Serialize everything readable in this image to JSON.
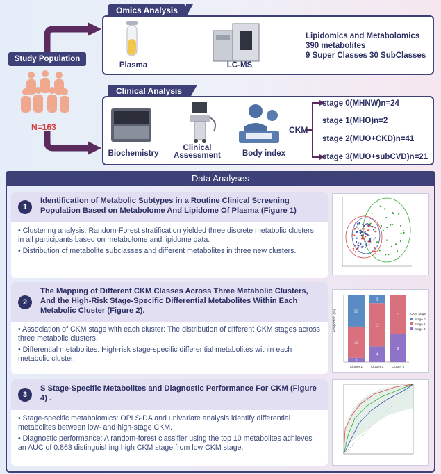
{
  "omics": {
    "header": "Omics Analysis",
    "plasma": "Plasma",
    "lcms": "LC-MS",
    "summary": [
      "Lipidomics and Metabolomics",
      "390 metabolites",
      "9 Super Classes 30 SubClasses"
    ]
  },
  "study": {
    "label": "Study Population",
    "n": "N=163"
  },
  "clinical": {
    "header": "Clinical Analysis",
    "biochem": "Biochemistry",
    "clinical_assessment": "Clinical\nAssessment",
    "body_index": "Body index",
    "ckm": "CKM",
    "stages": [
      "stage 0(MHNW)n=24",
      "stage 1(MHO)n=2",
      "stage 2(MUO+CKD)n=41",
      "stage 3(MUO+subCVD)n=21"
    ]
  },
  "data_analyses": {
    "header": "Data Analyses",
    "sections": [
      {
        "num": "1",
        "title": "Identification of Metabolic Subtypes in a Routine Clinical Screening Population Based on Metabolome And Lipidome Of Plasma (Figure 1)",
        "bullets": [
          "• Clustering analysis: Random-Forest stratification yielded three discrete metabolic clusters in all participants based on metabolome and lipidome data.",
          "• Distribution of metabolite subclasses and different metabolites in three new clusters."
        ]
      },
      {
        "num": "2",
        "title": "The Mapping of Different CKM Classes Across Three Metabolic Clusters, And the High-Risk Stage-Specific Differential Metabolites Within Each Metabolic Cluster (Figure 2).",
        "bullets": [
          "• Association of CKM stage with each cluster: The distribution of different CKM stages across three metabolic clusters.",
          "• Differential metabolites: High-risk stage-specific differential metabolites within each metabolic cluster."
        ]
      },
      {
        "num": "3",
        "title": "S Stage-Specific Metabolites and Diagnostic Performance For CKM (Figure 4) .",
        "bullets": [
          "• Stage-specific metabolomics: OPLS-DA and univariate analysis identify differential metabolites between low- and high-stage CKM.",
          "• Diagnostic performance: A random-forest classifier using the top 10 metabolites achieves an AUC of 0.863 distinguishing high CKM stage from low CKM stage."
        ]
      }
    ]
  },
  "fig2": {
    "categories": [
      "Cluster 1",
      "Cluster 2",
      "Cluster 3"
    ],
    "stage0": [
      22,
      2,
      0
    ],
    "stage2": [
      22,
      11,
      11
    ],
    "stage3": [
      3,
      4,
      8
    ],
    "legend": [
      "Stage 0",
      "Stage 2",
      "Stage 3"
    ],
    "legend_title": "CKM Stage",
    "ylabel": "Proportion (%)"
  },
  "colors": {
    "navy": "#3e4177",
    "arrow": "#5b2a5e",
    "red": "#d63a3a",
    "stage0": "#5b8bc4",
    "stage2": "#d9707e",
    "stage3": "#8f73c6"
  }
}
